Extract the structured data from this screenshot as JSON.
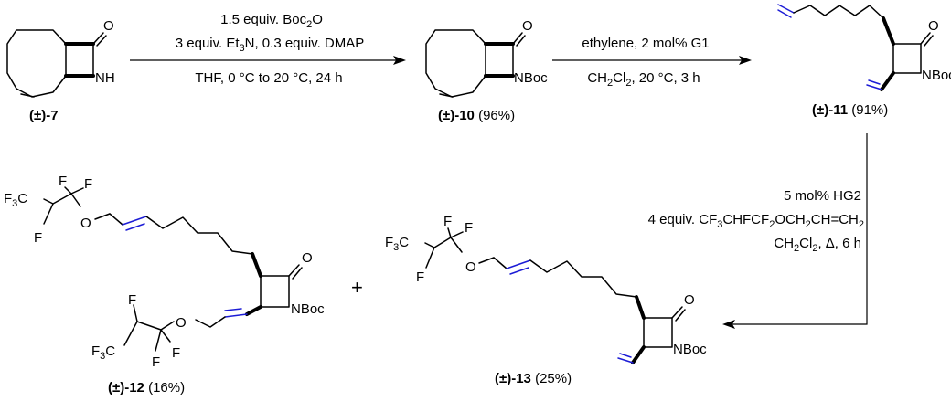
{
  "compounds": {
    "c7": {
      "id": "(±)-7",
      "yield": ""
    },
    "c10": {
      "id": "(±)-10",
      "yield": " (96%)"
    },
    "c11": {
      "id": "(±)-11",
      "yield": " (91%)"
    },
    "c12": {
      "id": "(±)-12",
      "yield": " (16%)"
    },
    "c13": {
      "id": "(±)-13",
      "yield": " (25%)"
    }
  },
  "atoms": {
    "O": "O",
    "N": "N",
    "H": "H",
    "NBoc": "NBoc",
    "F": "F",
    "F3C": "F",
    "F3C_sub": "3",
    "F3C_C": "C"
  },
  "plus": "+",
  "reactions": {
    "step1": {
      "line1": "1.5 equiv. Boc",
      "line1_sub": "2",
      "line1_end": "O",
      "line2_a": "3 equiv. Et",
      "line2_sub": "3",
      "line2_b": "N, 0.3 equiv. DMAP",
      "line3": "THF, 0 °C to 20 °C, 24 h"
    },
    "step2": {
      "line1": "ethylene, 2 mol% G1",
      "line2_a": "CH",
      "line2_sub1": "2",
      "line2_b": "Cl",
      "line2_sub2": "2",
      "line2_c": ", 20 °C, 3 h"
    },
    "step3": {
      "line1": "5 mol% HG2",
      "line2_a": "4 equiv. CF",
      "line2_sub1": "3",
      "line2_b": "CHFCF",
      "line2_sub2": "2",
      "line2_c": "OCH",
      "line2_sub3": "2",
      "line2_d": "CH=CH",
      "line2_sub4": "2",
      "line3_a": "CH",
      "line3_sub1": "2",
      "line3_b": "Cl",
      "line3_sub2": "2",
      "line3_c": ", Δ, 6 h"
    }
  }
}
